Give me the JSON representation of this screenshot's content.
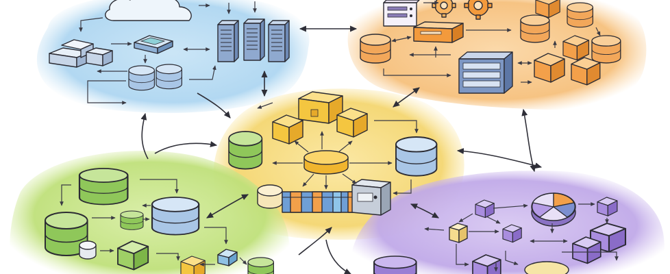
{
  "diagram": {
    "colors": {
      "blue_cluster": "#b9dcf2",
      "orange_cluster": "#f8c78a",
      "yellow_cluster": "#f7df86",
      "green_cluster": "#c9e58c",
      "purple_cluster": "#cbb6ec",
      "ink": "#2b2b33"
    },
    "clusters": [
      {
        "id": "blue",
        "icons": [
          "cloud-icon",
          "server-rack-icon",
          "database-icon",
          "hub-device-icon",
          "network-switch-icon"
        ]
      },
      {
        "id": "orange",
        "icons": [
          "server-unit-icon",
          "gear-icon",
          "database-icon",
          "storage-box-icon",
          "server-rack-icon"
        ]
      },
      {
        "id": "yellow",
        "icons": [
          "central-hub-icon",
          "database-icon",
          "cube-icon",
          "pipeline-icon",
          "device-icon"
        ]
      },
      {
        "id": "green",
        "icons": [
          "database-icon",
          "storage-cylinder-icon",
          "cube-icon",
          "server-rack-icon"
        ]
      },
      {
        "id": "purple",
        "icons": [
          "pie-chart-icon",
          "cube-icon",
          "database-icon",
          "box-icon"
        ]
      }
    ]
  }
}
